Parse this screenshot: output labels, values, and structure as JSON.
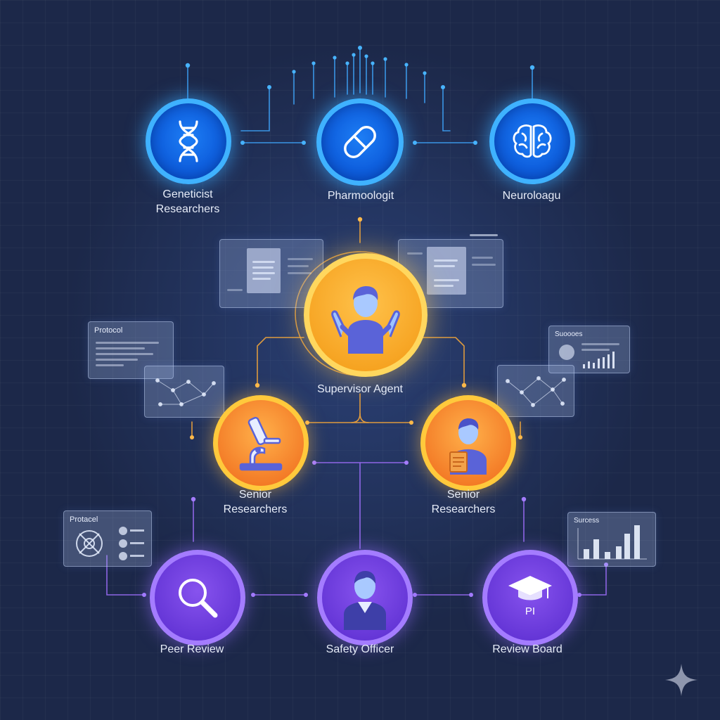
{
  "nodes": {
    "geneticist": {
      "label": "Geneticist\nResearchers",
      "icon": "dna-icon"
    },
    "pharmacologist": {
      "label": "Pharmoologit",
      "icon": "pill-icon"
    },
    "neurologist": {
      "label": "Neuroloagu",
      "icon": "brain-icon"
    },
    "supervisor": {
      "label": "Supervisor Agent",
      "icon": "person-icon"
    },
    "senior_left": {
      "label": "Senior\nResearchers",
      "icon": "microscope-icon"
    },
    "senior_right": {
      "label": "Senior\nResearchers",
      "icon": "researcher-icon"
    },
    "peer_review": {
      "label": "Peer Review",
      "icon": "magnifier-icon"
    },
    "safety_officer": {
      "label": "Safety Officer",
      "icon": "officer-icon"
    },
    "review_board": {
      "label": "Review Board",
      "icon": "graduation-cap-icon",
      "badge": "PI"
    }
  },
  "panels": {
    "protocol_left": "Protocol",
    "success_top": "Suoooes",
    "protocol_bottom": "Protacel",
    "success_bottom": "Surcess"
  },
  "colors": {
    "background": "#1c2849",
    "blue_node": "#1d7ef5",
    "orange_node": "#f37a26",
    "gold_node": "#f6a321",
    "purple_node": "#6435d6",
    "blue_wire": "#3fa8ff",
    "orange_wire": "#f2a53a",
    "purple_wire": "#9a6cf5"
  }
}
